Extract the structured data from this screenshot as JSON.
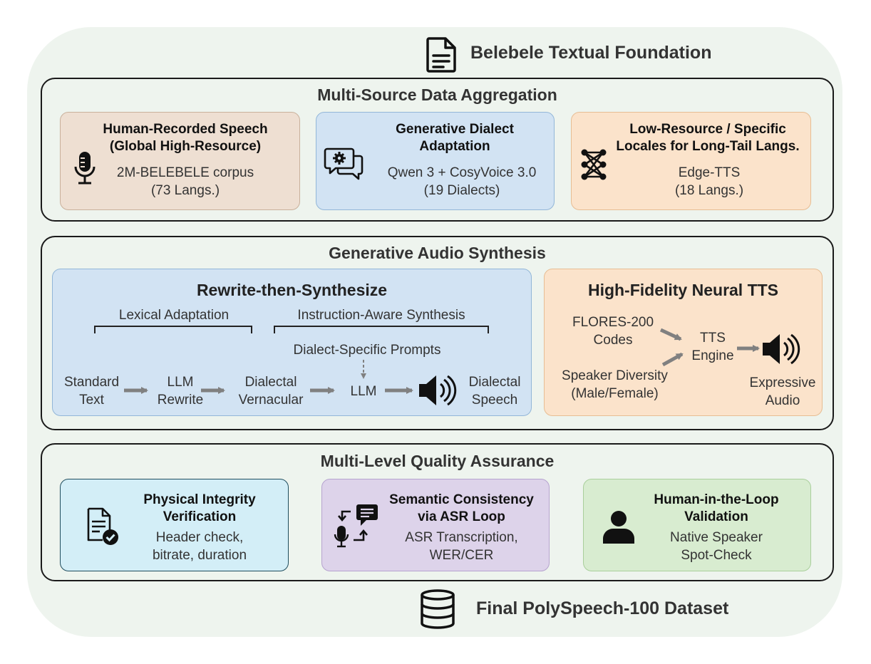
{
  "header": {
    "title": "Belebele Textual Foundation",
    "icon": "document-icon"
  },
  "footer": {
    "title": "Final PolySpeech-100 Dataset",
    "icon": "database-icon"
  },
  "aggregation": {
    "title": "Multi-Source Data Aggregation",
    "cards": [
      {
        "title_1": "Human-Recorded Speech",
        "title_2": "(Global High-Resource)",
        "line_1": "2M-BELEBELE corpus",
        "line_2": "(73 Langs.)",
        "icon": "microphone-icon",
        "color": "#eedfd2"
      },
      {
        "title_1": "Generative Dialect",
        "title_2": "Adaptation",
        "line_1": "Qwen 3 + CosyVoice 3.0",
        "line_2": "(19 Dialects)",
        "icon": "chat-gear-icon",
        "color": "#d2e3f3"
      },
      {
        "title_1": "Low-Resource / Specific",
        "title_2": "Locales for Long-Tail Langs.",
        "line_1": "Edge-TTS",
        "line_2": "(18 Langs.)",
        "icon": "network-icon",
        "color": "#fbe3cb"
      }
    ]
  },
  "synthesis": {
    "title": "Generative Audio Synthesis",
    "rewrite": {
      "title": "Rewrite-then-Synthesize",
      "lexical": "Lexical Adaptation",
      "instruction": "Instruction-Aware Synthesis",
      "prompts": "Dialect-Specific Prompts",
      "standard_1": "Standard",
      "standard_2": "Text",
      "llm_rewrite_1": "LLM",
      "llm_rewrite_2": "Rewrite",
      "dialectal_1": "Dialectal",
      "dialectal_2": "Vernacular",
      "llm": "LLM",
      "speech_1": "Dialectal",
      "speech_2": "Speech",
      "color": "#d2e3f3"
    },
    "tts": {
      "title": "High-Fidelity Neural TTS",
      "flores_1": "FLORES-200",
      "flores_2": "Codes",
      "engine_1": "TTS",
      "engine_2": "Engine",
      "speaker_1": "Speaker Diversity",
      "speaker_2": "(Male/Female)",
      "audio_1": "Expressive",
      "audio_2": "Audio",
      "color": "#fbe3cb"
    }
  },
  "quality": {
    "title": "Multi-Level Quality Assurance",
    "cards": [
      {
        "title_1": "Physical Integrity",
        "title_2": "Verification",
        "line_1": "Header check,",
        "line_2": "bitrate, duration",
        "icon": "document-check-icon",
        "color": "#d3eef7"
      },
      {
        "title_1": "Semantic Consistency",
        "title_2": "via ASR Loop",
        "line_1": "ASR Transcription,",
        "line_2": "WER/CER",
        "icon": "asr-loop-icon",
        "color": "#ddd3ea"
      },
      {
        "title_1": "Human-in-the-Loop",
        "title_2": "Validation",
        "line_1": "Native Speaker",
        "line_2": "Spot-Check",
        "icon": "person-icon",
        "color": "#d8ecd0"
      }
    ]
  }
}
